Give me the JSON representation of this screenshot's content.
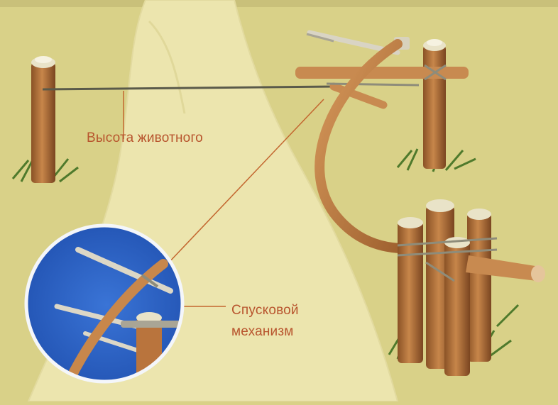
{
  "diagram": {
    "labels": {
      "animal_height": "Высота животного",
      "trigger_line1": "Спусковой",
      "trigger_line2": "механизм"
    },
    "colors": {
      "background": "#d9d188",
      "path": "#ece5ae",
      "wood": "#b9743d",
      "wood_dark": "#7b4a22",
      "rope": "#9a9784",
      "inset_sky": "#2a5dbf",
      "label_text": "#b8552e",
      "leader_line": "#c3662f",
      "grass": "#4f7a2c"
    }
  }
}
